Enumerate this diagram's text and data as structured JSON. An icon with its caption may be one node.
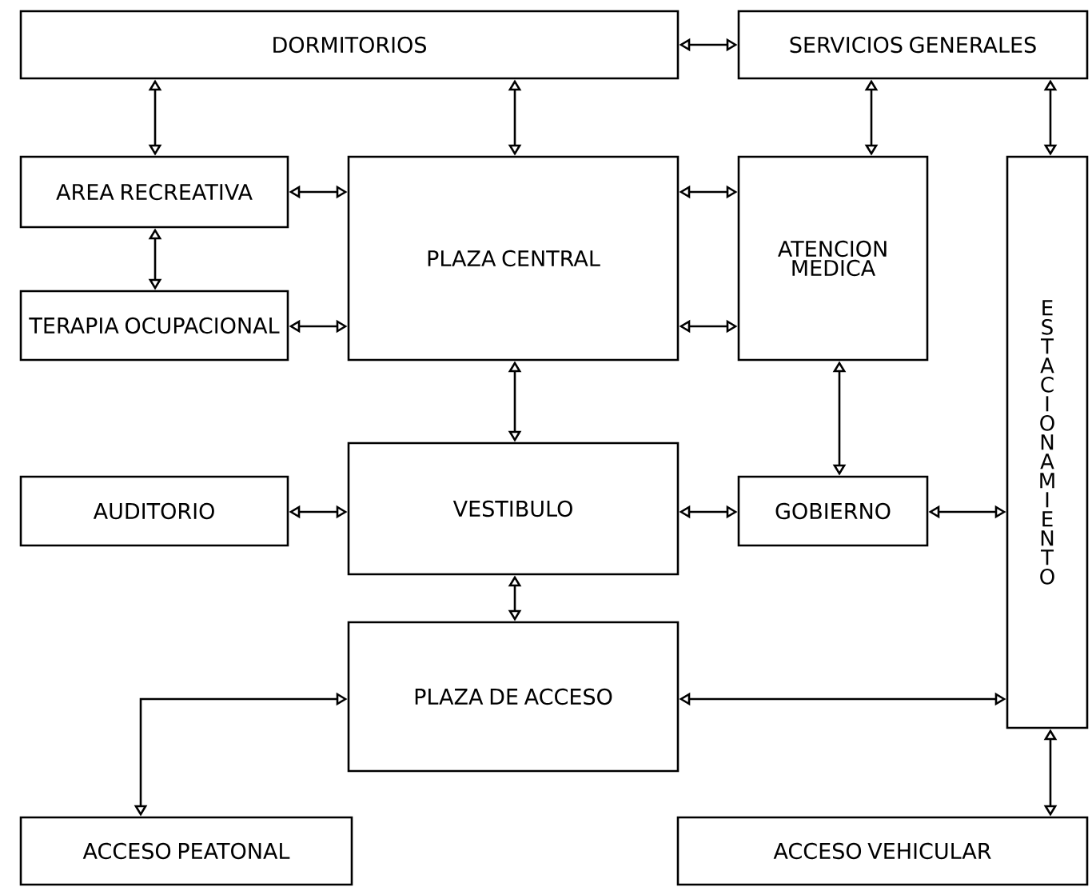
{
  "diagram": {
    "nodes": [
      {
        "text": [
          "DORMITORIOS"
        ]
      },
      {
        "text": [
          "SERVICIOS GENERALES"
        ]
      },
      {
        "text": [
          "AREA RECREATIVA"
        ]
      },
      {
        "text": [
          "PLAZA CENTRAL"
        ]
      },
      {
        "text": [
          "ATENCION MEDICA"
        ]
      },
      {
        "text": [
          "ESTACIONAMIENTO"
        ]
      },
      {
        "text": [
          "TERAPIA OCUPACIONAL"
        ]
      },
      {
        "text": [
          "AUDITORIO"
        ]
      },
      {
        "text": [
          "VESTIBULO"
        ]
      },
      {
        "text": [
          "GOBIERNO"
        ]
      },
      {
        "text": [
          "PLAZA DE ACCESO"
        ]
      },
      {
        "text": [
          "ACCESO PEATONAL"
        ]
      },
      {
        "text": [
          "ACCESO VEHICULAR"
        ]
      }
    ],
    "edges": [
      {
        "from": 0,
        "to": 1,
        "arrow": "both"
      },
      {
        "from": 0,
        "to": 2,
        "arrow": "both"
      },
      {
        "from": 0,
        "to": 3,
        "arrow": "both"
      },
      {
        "from": 1,
        "to": 4,
        "arrow": "both"
      },
      {
        "from": 1,
        "to": 5,
        "arrow": "both"
      },
      {
        "from": 2,
        "to": 3,
        "arrow": "both"
      },
      {
        "from": 2,
        "to": 6,
        "arrow": "both"
      },
      {
        "from": 6,
        "to": 3,
        "arrow": "both"
      },
      {
        "from": 3,
        "to": 4,
        "arrow": "both"
      },
      {
        "from": 3,
        "to": 4,
        "arrow": "both"
      },
      {
        "from": 3,
        "to": 8,
        "arrow": "both"
      },
      {
        "from": 4,
        "to": 9,
        "arrow": "both"
      },
      {
        "from": 7,
        "to": 8,
        "arrow": "both"
      },
      {
        "from": 8,
        "to": 9,
        "arrow": "both"
      },
      {
        "from": 9,
        "to": 5,
        "arrow": "both"
      },
      {
        "from": 8,
        "to": 10,
        "arrow": "both"
      },
      {
        "from": 10,
        "to": 5,
        "arrow": "both"
      },
      {
        "from": 10,
        "to": 11,
        "arrow": "both"
      },
      {
        "from": 5,
        "to": 12,
        "arrow": "both"
      }
    ]
  }
}
